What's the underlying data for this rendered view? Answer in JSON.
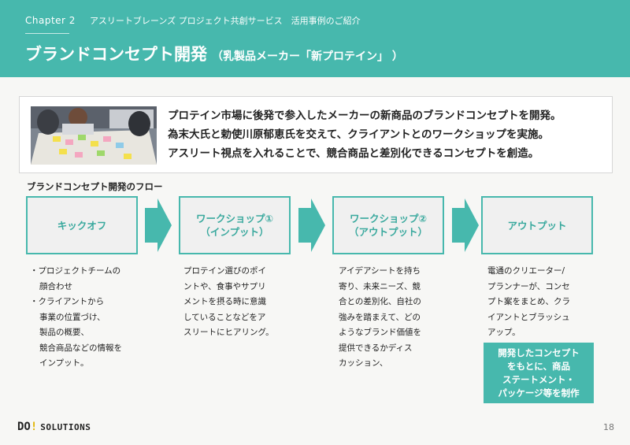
{
  "header": {
    "chapter": "Chapter 2",
    "subtitle": "アスリートブレーンズ プロジェクト共創サービス　活用事例のご紹介",
    "title": "ブランドコンセプト開発",
    "title_sub": "（乳製品メーカー「新プロテイン」 ）"
  },
  "summary": {
    "lines": [
      "プロテイン市場に後発で参入したメーカーの新商品のブランドコンセプトを開発。",
      "為末大氏と勅使川原郁恵氏を交えて、クライアントとのワークショップを実施。",
      "アスリート視点を入れることで、競合商品と差別化できるコンセプトを創造。"
    ]
  },
  "flow": {
    "title": "ブランドコンセプト開発のフロー",
    "steps": [
      {
        "label_1": "キックオフ",
        "label_2": ""
      },
      {
        "label_1": "ワークショップ①",
        "label_2": "（インプット）"
      },
      {
        "label_1": "ワークショップ②",
        "label_2": "（アウトプット）"
      },
      {
        "label_1": "アウトプット",
        "label_2": ""
      }
    ],
    "desc1": {
      "b1": "・プロジェクトチームの",
      "b1c": "顔合わせ",
      "b2": "・クライアントから",
      "b2c1": "事業の位置づけ、",
      "b2c2": "製品の概要、",
      "b2c3": "競合商品などの情報を",
      "b2c4": "インプット。"
    },
    "desc2": [
      "プロテイン選びのポイ",
      "ントや、食事やサプリ",
      "メントを摂る時に意識",
      "していることなどをア",
      "スリートにヒアリング。"
    ],
    "desc3": [
      "アイデアシートを持ち",
      "寄り、未来ニーズ、競",
      "合との差別化、自社の",
      "強みを踏まえて、どの",
      "ようなブランド価値を",
      "提供できるかディス",
      "カッション、"
    ],
    "desc4": [
      "電通のクリエーター/",
      "プランナーが、コンセ",
      "プト案をまとめ、クラ",
      "イアントとブラッシュ",
      "アップ。"
    ],
    "highlight": [
      "開発したコンセプト",
      "をもとに、商品",
      "ステートメント・",
      "パッケージ等を制作"
    ]
  },
  "footer": {
    "logo_do": "DO",
    "logo_bang": "!",
    "logo_sol": "SOLUTIONS",
    "page": "18"
  },
  "colors": {
    "accent": "#47b8ad",
    "logo_accent": "#e0b400"
  }
}
